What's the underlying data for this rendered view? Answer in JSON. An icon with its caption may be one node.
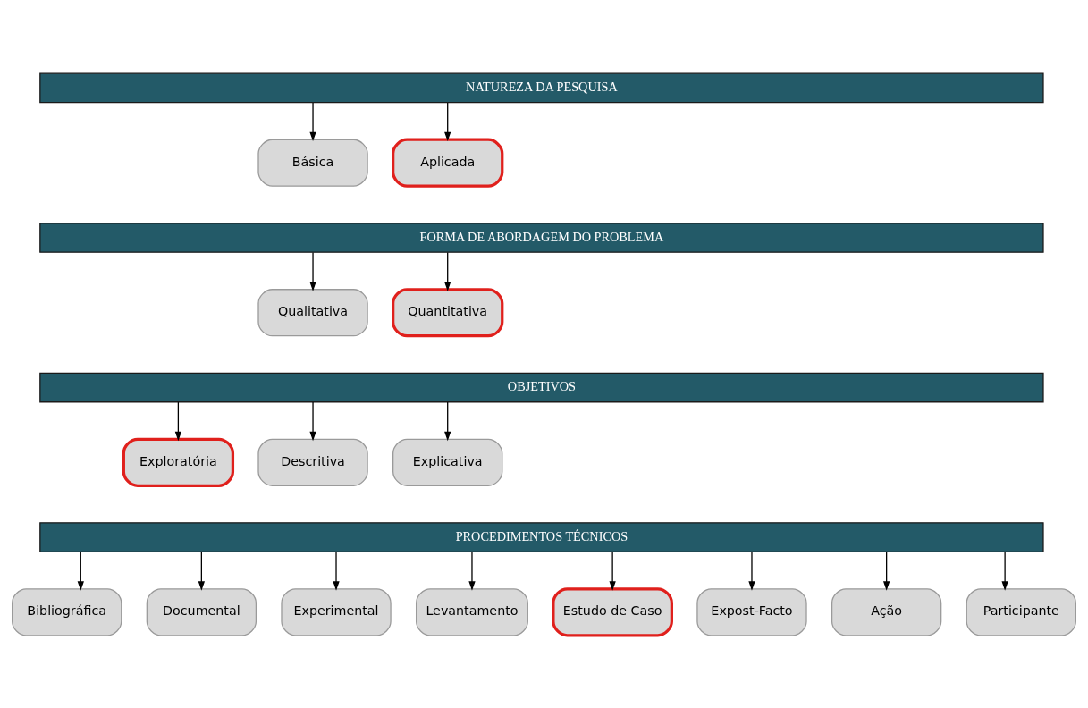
{
  "diagram": {
    "nodes": [
      {
        "text": [
          "NATUREZA DA PESQUISA"
        ]
      },
      {
        "text": [
          "Básica"
        ]
      },
      {
        "text": [
          "Aplicada"
        ]
      },
      {
        "text": [
          "FORMA DE ABORDAGEM DO PROBLEMA"
        ]
      },
      {
        "text": [
          "Qualitativa"
        ]
      },
      {
        "text": [
          "Quantitativa"
        ]
      },
      {
        "text": [
          "OBJETIVOS"
        ]
      },
      {
        "text": [
          "Exploratória"
        ]
      },
      {
        "text": [
          "Descritiva"
        ]
      },
      {
        "text": [
          "Explicativa"
        ]
      },
      {
        "text": [
          "PROCEDIMENTOS TÉCNICOS"
        ]
      },
      {
        "text": [
          "Bibliográfica"
        ]
      },
      {
        "text": [
          "Documental"
        ]
      },
      {
        "text": [
          "Experimental"
        ]
      },
      {
        "text": [
          "Levantamento"
        ]
      },
      {
        "text": [
          "Estudo de Caso"
        ]
      },
      {
        "text": [
          "Expost-Facto"
        ]
      },
      {
        "text": [
          "Ação"
        ]
      },
      {
        "text": [
          "Participante"
        ]
      }
    ],
    "edges": [
      {
        "from": 0,
        "to": 1,
        "arrow": "to"
      },
      {
        "from": 0,
        "to": 2,
        "arrow": "to"
      },
      {
        "from": 3,
        "to": 4,
        "arrow": "to"
      },
      {
        "from": 3,
        "to": 5,
        "arrow": "to"
      },
      {
        "from": 6,
        "to": 7,
        "arrow": "to"
      },
      {
        "from": 6,
        "to": 8,
        "arrow": "to"
      },
      {
        "from": 6,
        "to": 9,
        "arrow": "to"
      },
      {
        "from": 10,
        "to": 11,
        "arrow": "to"
      },
      {
        "from": 10,
        "to": 12,
        "arrow": "to"
      },
      {
        "from": 10,
        "to": 13,
        "arrow": "to"
      },
      {
        "from": 10,
        "to": 14,
        "arrow": "to"
      },
      {
        "from": 10,
        "to": 15,
        "arrow": "to"
      },
      {
        "from": 10,
        "to": 16,
        "arrow": "to"
      },
      {
        "from": 10,
        "to": 17,
        "arrow": "to"
      },
      {
        "from": 10,
        "to": 18,
        "arrow": "to"
      }
    ]
  }
}
